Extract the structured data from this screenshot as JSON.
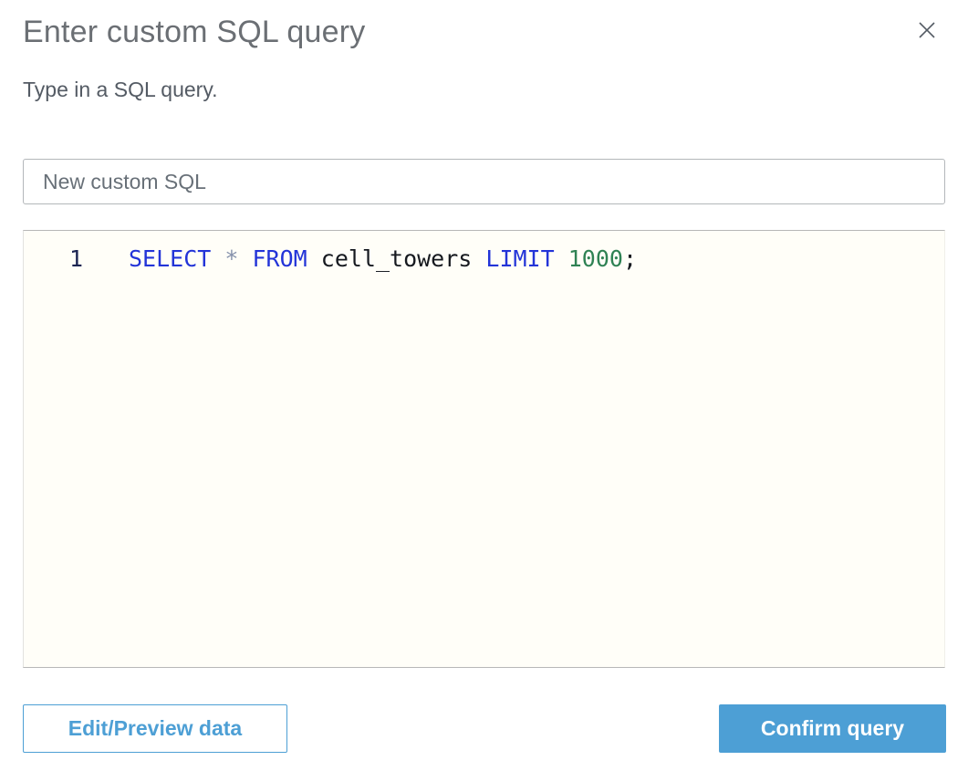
{
  "dialog": {
    "title": "Enter custom SQL query",
    "subtitle": "Type in a SQL query."
  },
  "name_input": {
    "value": "New custom SQL"
  },
  "editor": {
    "lines": [
      {
        "number": "1",
        "tokens": [
          {
            "text": "SELECT",
            "type": "keyword"
          },
          {
            "text": " ",
            "type": "plain"
          },
          {
            "text": "*",
            "type": "operator"
          },
          {
            "text": " ",
            "type": "plain"
          },
          {
            "text": "FROM",
            "type": "keyword"
          },
          {
            "text": " cell_towers ",
            "type": "plain"
          },
          {
            "text": "LIMIT",
            "type": "keyword"
          },
          {
            "text": " ",
            "type": "plain"
          },
          {
            "text": "1000",
            "type": "number"
          },
          {
            "text": ";",
            "type": "plain"
          }
        ]
      }
    ],
    "colors": {
      "keyword": "#2334d8",
      "operator": "#8591ab",
      "number": "#2f8254",
      "plain": "#16191f",
      "line_number": "#1b2452",
      "background": "#fffef8"
    }
  },
  "footer": {
    "edit_preview_label": "Edit/Preview data",
    "confirm_label": "Confirm query",
    "accent_color": "#4d9fd5"
  },
  "icons": {
    "close_color": "#545b64"
  }
}
